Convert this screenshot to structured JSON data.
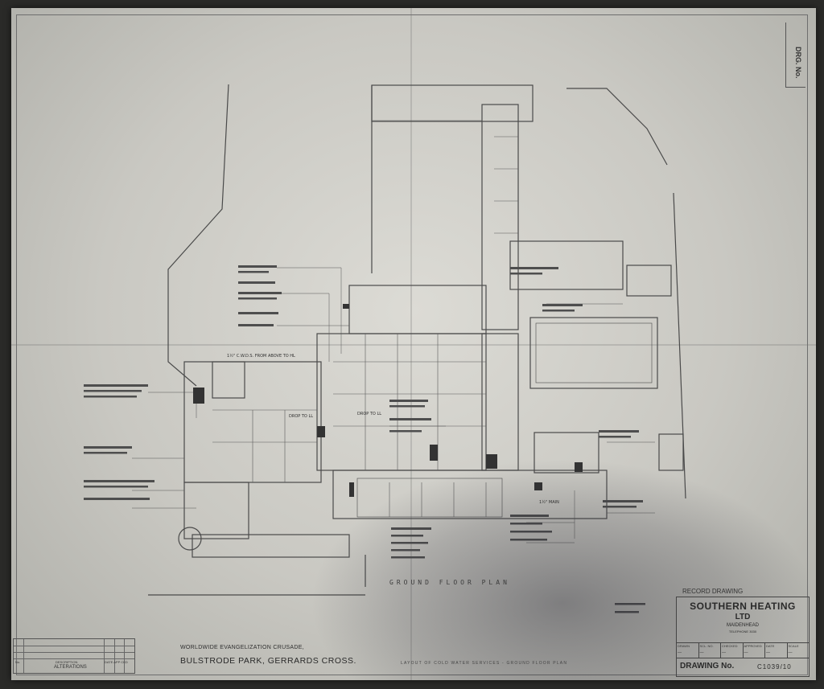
{
  "drawing": {
    "record_label": "RECORD DRAWING",
    "company_line1": "SOUTHERN HEATING",
    "company_line2": "LTD",
    "company_city": "MAIDENHEAD",
    "company_phone": "TELEPHONE 3030",
    "drawing_no_label": "DRAWING No.",
    "drawing_no_value": "C1039/10",
    "side_dwg_label": "DRG. No.",
    "plan_title": "GROUND FLOOR PLAN",
    "title_cells": [
      {
        "label": "DRAWN",
        "value": "—"
      },
      {
        "label": "SCL. NO.",
        "value": "—"
      },
      {
        "label": "CHECKED",
        "value": "—"
      },
      {
        "label": "APPROVED",
        "value": "—"
      },
      {
        "label": "DATE",
        "value": "—"
      },
      {
        "label": "SCALE",
        "value": "—"
      }
    ]
  },
  "project": {
    "line1": "WORLDWIDE EVANGELIZATION CRUSADE,",
    "line2": "BULSTRODE PARK, GERRARDS CROSS.",
    "layout_note": "LAYOUT OF COLD WATER SERVICES - GROUND FLOOR PLAN"
  },
  "alterations": {
    "no_label": "No.",
    "desc_label": "DESCRIPTION",
    "cols_label": "DATE  APP  CKD",
    "title": "ALTERATIONS"
  },
  "annotations": {
    "cwds_from_above": "1½\" C.W.D.S. FROM ABOVE TO HL",
    "drop_to_ll": "DROP TO LL",
    "drop_to_ll_2": "DROP TO LL",
    "main_note": "1½\" MAIN"
  }
}
